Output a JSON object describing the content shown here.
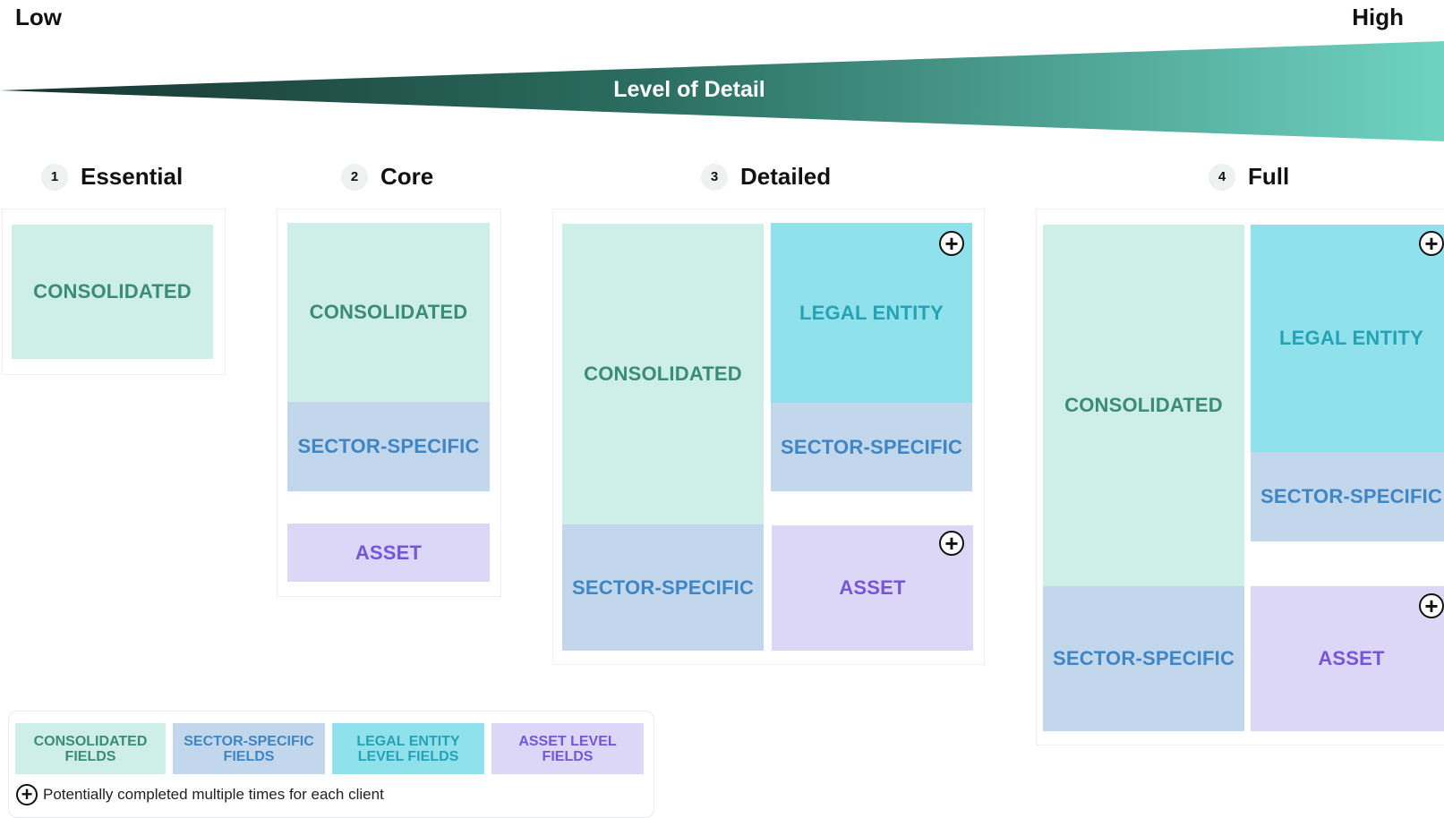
{
  "scale": {
    "low": "Low",
    "high": "High",
    "title": "Level of Detail"
  },
  "levels": [
    {
      "num": "1",
      "name": "Essential"
    },
    {
      "num": "2",
      "name": "Core"
    },
    {
      "num": "3",
      "name": "Detailed"
    },
    {
      "num": "4",
      "name": "Full"
    }
  ],
  "blocks": {
    "consolidated": "CONSOLIDATED",
    "sector_specific": "SECTOR-SPECIFIC",
    "legal_entity": "LEGAL ENTITY",
    "asset": "ASSET"
  },
  "legend": {
    "consolidated": "CONSOLIDATED\nFIELDS",
    "sector_specific": "SECTOR-SPECIFIC\nFIELDS",
    "legal_entity": "LEGAL ENTITY\nLEVEL FIELDS",
    "asset": "ASSET LEVEL\nFIELDS",
    "note": "Potentially completed multiple times for each client"
  },
  "colors": {
    "consolidated": "#cdefe7",
    "sector_specific": "#c2d6ec",
    "legal_entity": "#8fe2ec",
    "asset": "#dcd6f7",
    "wedge_start": "#17332f",
    "wedge_end": "#6fd3c2"
  }
}
